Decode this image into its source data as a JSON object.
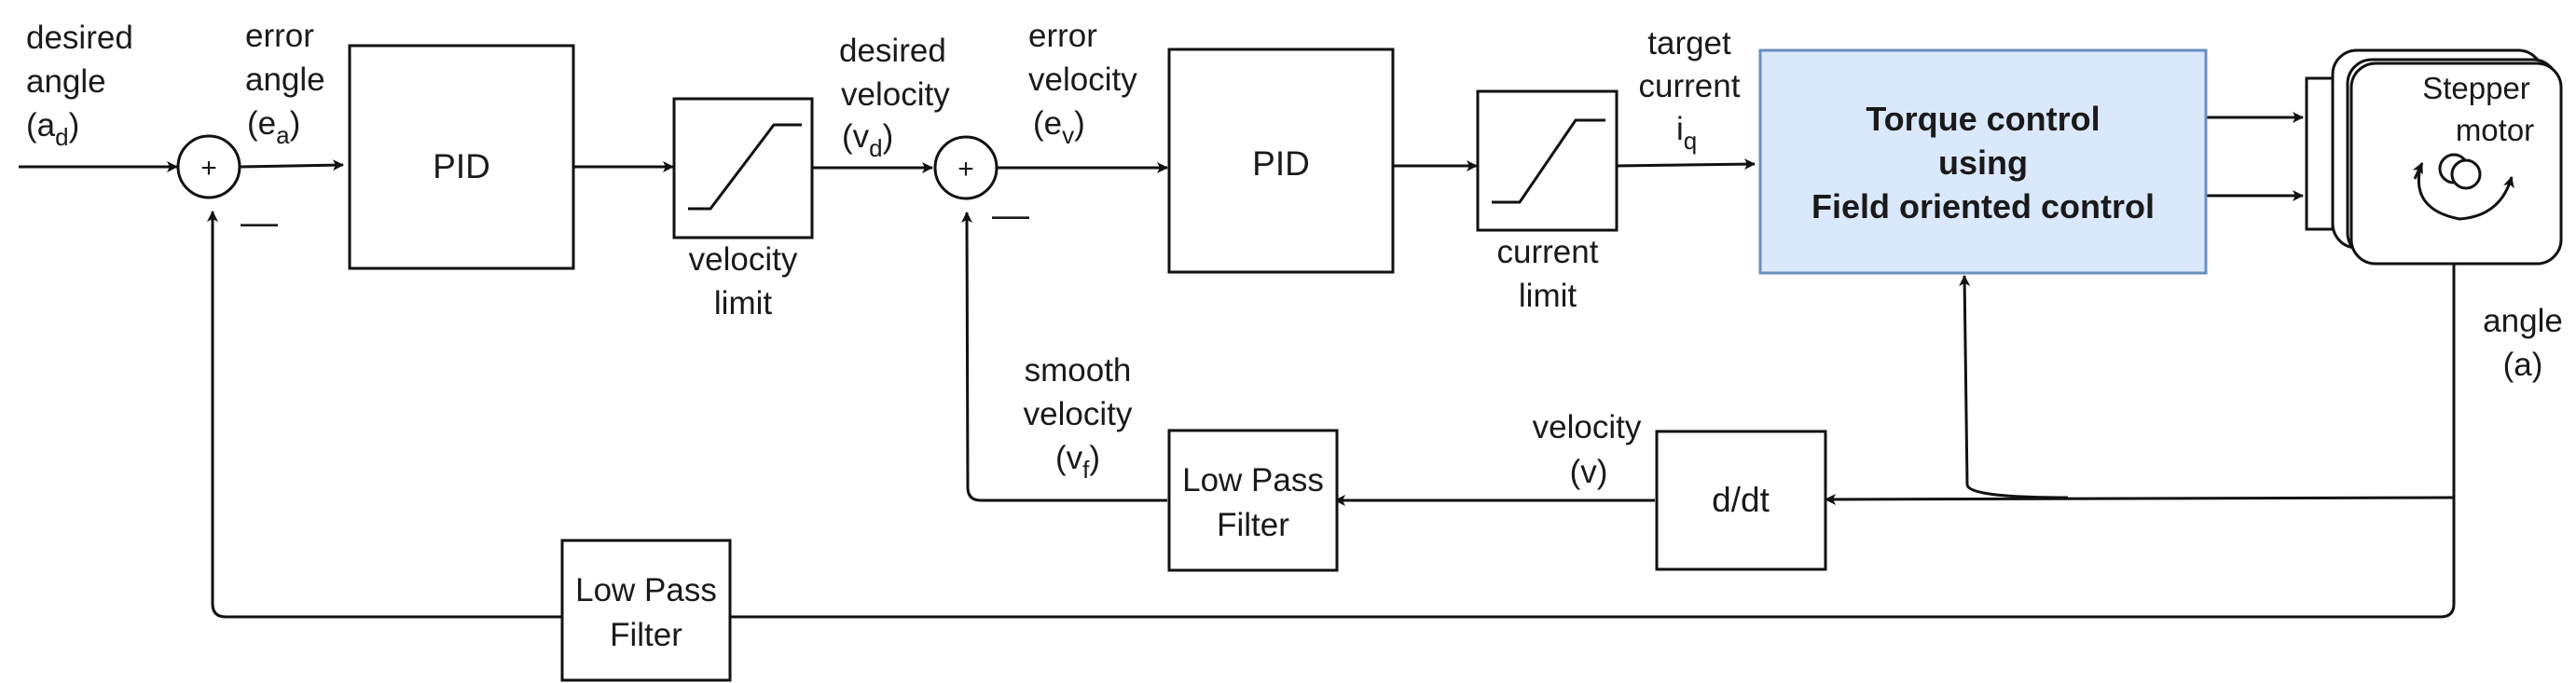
{
  "signals": {
    "desired_angle": {
      "l1": "desired",
      "l2": "angle",
      "base": "(a",
      "sub": "d",
      "close": ")"
    },
    "error_angle": {
      "l1": "error",
      "l2": "angle",
      "base": "(e",
      "sub": "a",
      "close": ")"
    },
    "desired_velocity": {
      "l1": "desired",
      "l2": "velocity",
      "base": "(v",
      "sub": "d",
      "close": ")"
    },
    "error_velocity": {
      "l1": "error",
      "l2": "velocity",
      "base": "(e",
      "sub": "v",
      "close": ")"
    },
    "target_current": {
      "l1": "target",
      "l2": "current",
      "base": "i",
      "sub": "q"
    },
    "smooth_velocity": {
      "l1": "smooth",
      "l2": "velocity",
      "base": "(v",
      "sub": "f",
      "close": ")"
    },
    "velocity": {
      "l1": "velocity",
      "l2": "(v)"
    },
    "angle": {
      "l1": "angle",
      "l2": "(a)"
    }
  },
  "blocks": {
    "pid_angle": "PID",
    "pid_velocity": "PID",
    "velocity_limit": {
      "l1": "velocity",
      "l2": "limit"
    },
    "current_limit": {
      "l1": "current",
      "l2": "limit"
    },
    "foc": {
      "l1": "Torque control",
      "l2": "using",
      "l3": "Field oriented control"
    },
    "motor": {
      "l1": "Stepper",
      "l2": "motor"
    },
    "lpf_velocity": {
      "l1": "Low Pass",
      "l2": "Filter"
    },
    "lpf_angle": {
      "l1": "Low Pass",
      "l2": "Filter"
    },
    "ddt": "d/dt"
  },
  "summing": {
    "plus": "+",
    "minus": "—"
  },
  "colors": {
    "foc_fill": "#dae8fc",
    "foc_stroke": "#6c8ebf",
    "line": "#111111"
  }
}
